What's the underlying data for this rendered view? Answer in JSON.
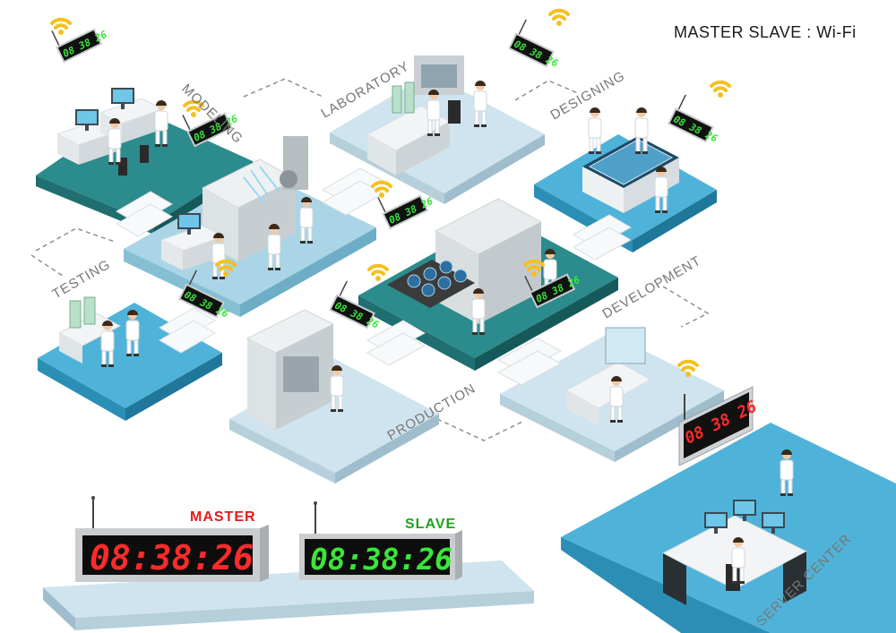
{
  "title": "MASTER SLAVE : Wi-Fi",
  "colors": {
    "master_digits": "#ff2a2a",
    "slave_digits": "#39e639",
    "master_label": "#e21b1b",
    "slave_label": "#1fa31f",
    "platform_teal": "#2c8b8d",
    "platform_light": "#cfe4ee",
    "platform_blue": "#4fb3d9",
    "wifi": "#f5c01f"
  },
  "areas": {
    "modeling": "MODELING",
    "laboratory": "LABORATORY",
    "designing": "DESIGNING",
    "testing": "TESTING",
    "development": "DEVELOPMENT",
    "production": "PRODUCTION",
    "server_center": "SERVER CENTER"
  },
  "clocks": {
    "time": "08:38:26",
    "time_small": "08 38 26"
  },
  "devices": {
    "master_label": "MASTER",
    "slave_label": "SLAVE"
  },
  "icons": [
    "wifi-icon",
    "antenna-icon",
    "scientist-figure",
    "workstation-icon"
  ]
}
